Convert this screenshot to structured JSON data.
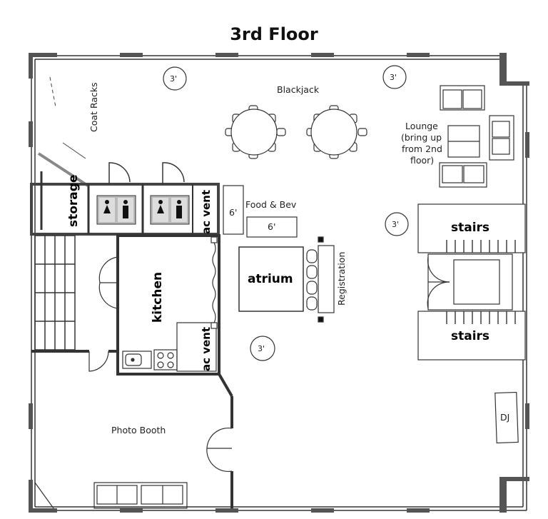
{
  "title": "3rd Floor",
  "labels": {
    "coat_racks": "Coat Racks",
    "blackjack": "Blackjack",
    "lounge": [
      "Lounge",
      "(bring up",
      "from 2nd",
      "floor)"
    ],
    "storage": "storage",
    "ac_vent_top": "ac vent",
    "ac_vent_bottom": "ac vent",
    "food_bev": "Food & Bev",
    "table_6_vertical": "6'",
    "table_6_horizontal": "6'",
    "kitchen": "kitchen",
    "atrium": "atrium",
    "registration": "Registration",
    "stairs_top": "stairs",
    "stairs_bottom": "stairs",
    "photo_booth": "Photo Booth",
    "dj": "DJ"
  },
  "round_tables": [
    "3'",
    "3'",
    "3'",
    "3'"
  ]
}
